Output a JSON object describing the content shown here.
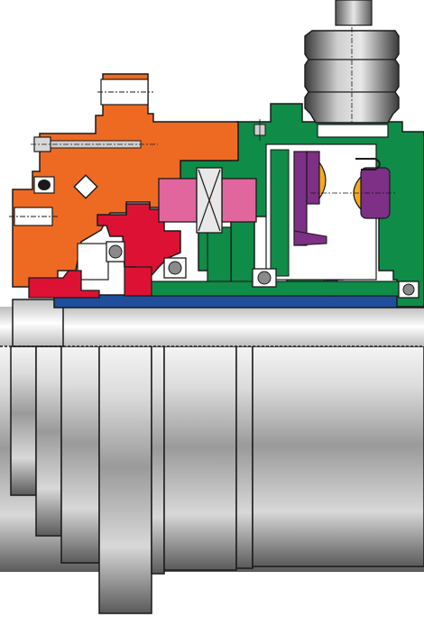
{
  "figure": {
    "kind": "mechanical-seal-cross-section",
    "has_text": false
  },
  "palette": {
    "gland_orange": "#EE6A22",
    "rotor_red": "#DD1134",
    "housing_green": "#0E8C48",
    "face_pink": "#E2669E",
    "spring_purple": "#7E2F86",
    "ring_yellow": "#F4AA1E",
    "sleeve_blue": "#1F4E9C",
    "bearing_grey": "#8A8A8A",
    "outline_black": "#1A1A1A",
    "shaft_light": "#EEEEEE",
    "shaft_dark": "#4A4A4A"
  },
  "components": [
    "shaft",
    "shaft-sleeve",
    "gland-plate",
    "rotating-seal-holder",
    "stationary-face",
    "bearing-housing",
    "spring-assembly",
    "yellow-face-ring",
    "coupling-bellows",
    "ball-bearings",
    "cap-screws"
  ]
}
